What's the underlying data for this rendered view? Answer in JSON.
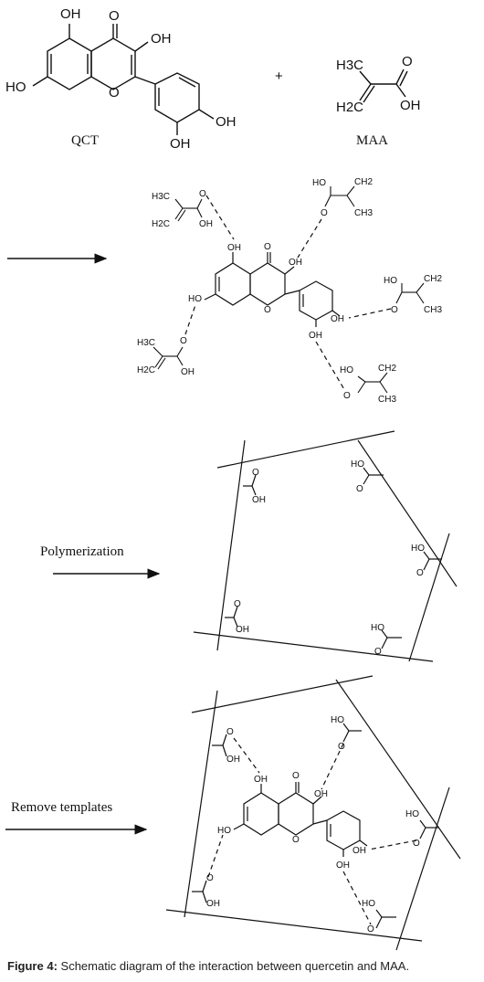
{
  "top": {
    "qct_label": "QCT",
    "maa_label": "MAA",
    "plus": "+"
  },
  "atoms": {
    "oh": "OH",
    "ho": "HO",
    "o": "O",
    "h3c": "H3C",
    "h2c": "H2C",
    "ch2": "CH2",
    "ch3": "CH3"
  },
  "steps": {
    "polymerization": "Polymerization",
    "remove_templates": "Remove templates"
  },
  "caption": {
    "label": "Figure 4:",
    "text": "Schematic diagram of the interaction between quercetin and MAA."
  }
}
